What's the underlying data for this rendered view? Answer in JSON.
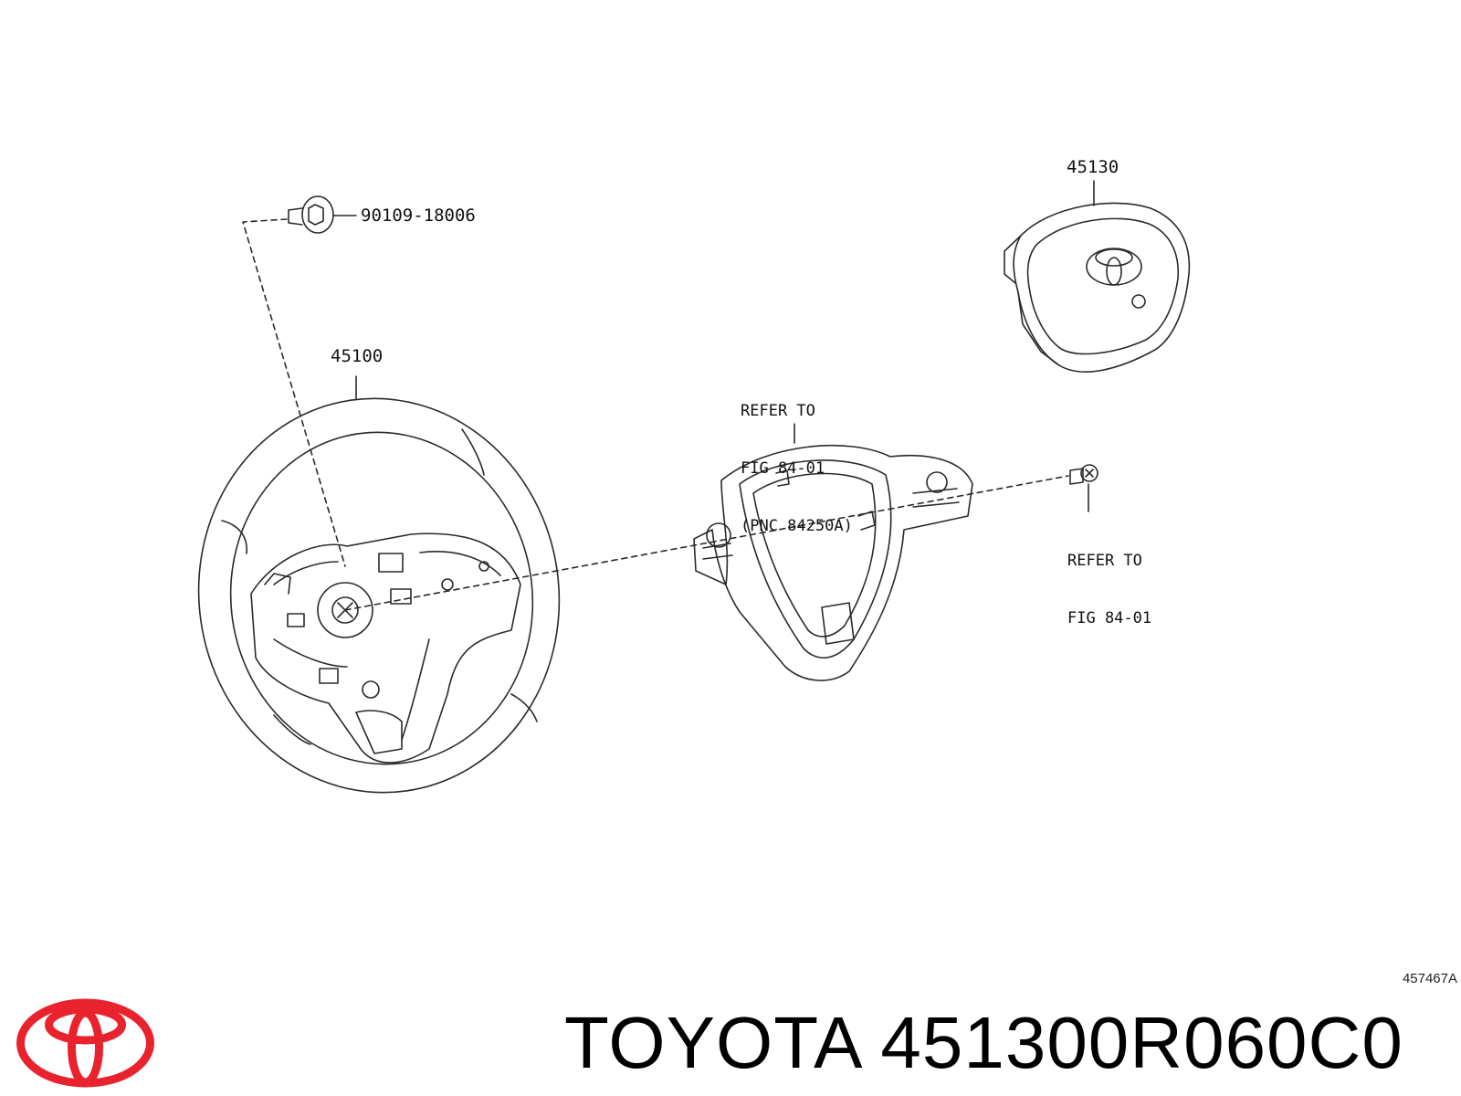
{
  "parts": {
    "bolt_label": "90109-18006",
    "wheel_label": "45100",
    "airbag_label": "45130",
    "cover_ref_lines": [
      "REFER TO",
      "FIG 84-01",
      "(PNC 84250A)"
    ],
    "screw_ref_lines": [
      "REFER TO",
      "FIG 84-01"
    ]
  },
  "figure_code": "457467A",
  "footer": {
    "brand": "TOYOTA",
    "part_number": "451300R060C0",
    "logo_color": "#e8232d"
  },
  "colors": {
    "line": "#2a2a2a",
    "logo_red": "#e8232d"
  }
}
